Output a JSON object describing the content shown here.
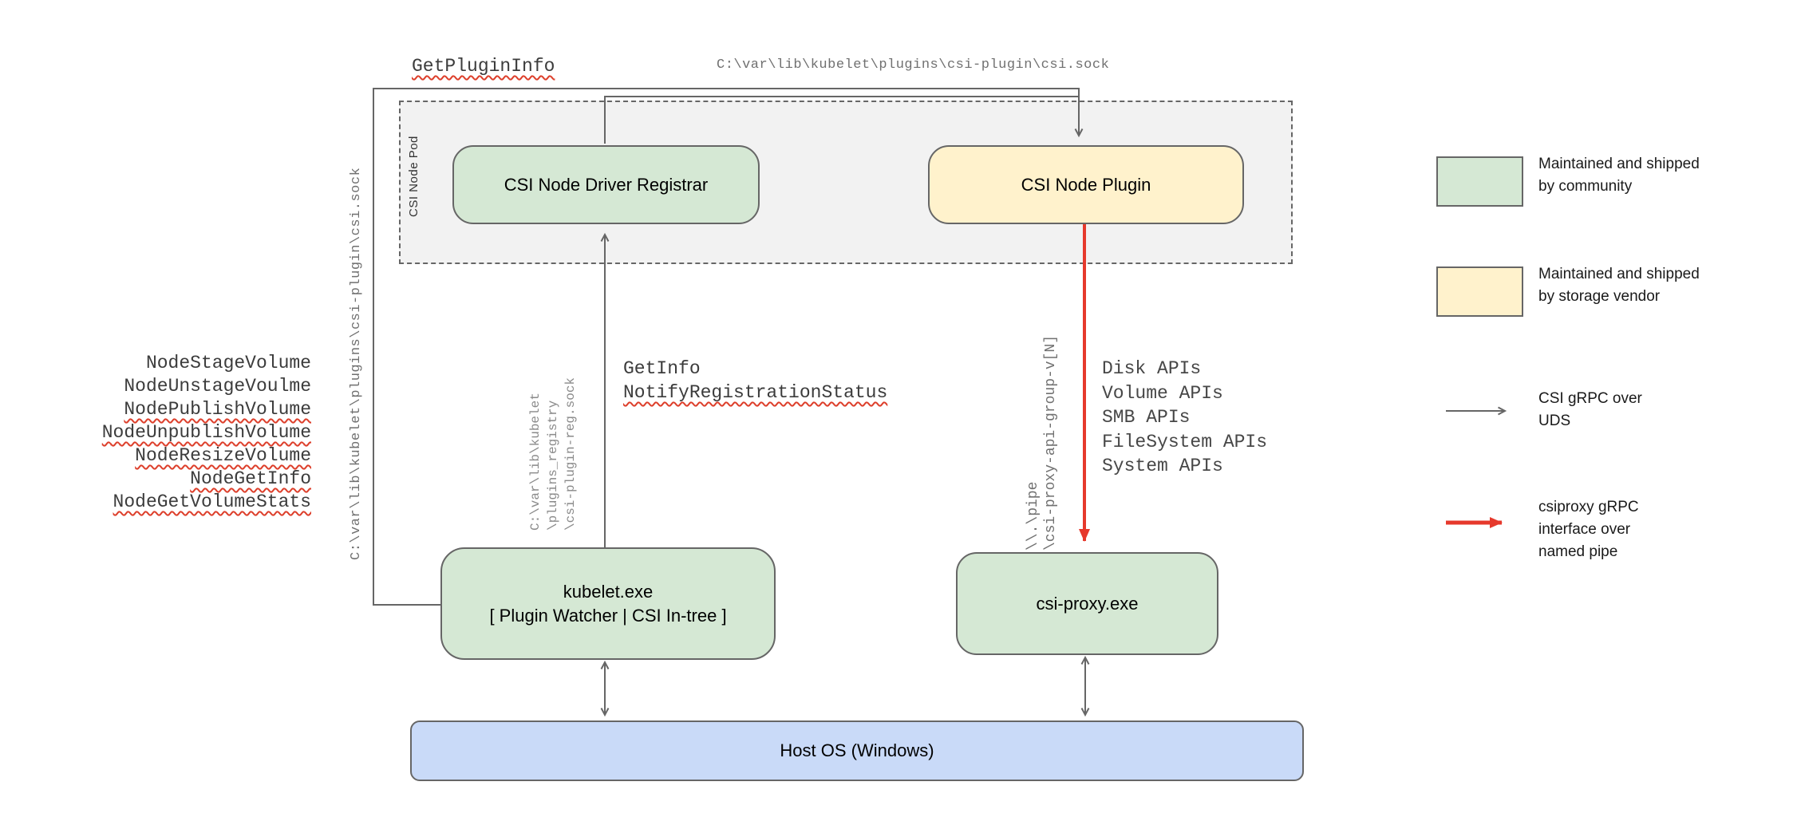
{
  "title": "CSI on Windows architecture diagram",
  "pod": {
    "label": "CSI Node Pod"
  },
  "boxes": {
    "registrar": "CSI Node Driver Registrar",
    "plugin": "CSI Node Plugin",
    "kubelet_line1": "kubelet.exe",
    "kubelet_line2": "[ Plugin Watcher | CSI In-tree ]",
    "csi_proxy": "csi-proxy.exe",
    "host_os": "Host OS (Windows)"
  },
  "edge_labels": {
    "get_plugin_info": "GetPluginInfo",
    "csi_sock_path": "C:\\var\\lib\\kubelet\\plugins\\csi-plugin\\csi.sock",
    "registration_sock_path": [
      "C:\\var\\lib\\kubelet",
      "\\plugins_registry",
      "\\csi-plugin-reg.sock"
    ],
    "get_info": "GetInfo",
    "notify_registration_status": "NotifyRegistrationStatus",
    "named_pipe": [
      "\\\\.\\pipe",
      "\\csi-proxy-api-group-v[N]"
    ],
    "proxy_apis": [
      "Disk APIs",
      "Volume APIs",
      "SMB APIs",
      "FileSystem APIs",
      "System APIs"
    ]
  },
  "node_calls": [
    "NodeStageVolume",
    "NodeUnstageVoulme",
    "NodePublishVolume",
    "NodeUnpublishVolume",
    "NodeResizeVolume",
    "NodeGetInfo",
    "NodeGetVolumeStats"
  ],
  "legend": [
    {
      "swatch": "green-box",
      "line1": "Maintained and shipped",
      "line2": "by community"
    },
    {
      "swatch": "yellow-box",
      "line1": "Maintained and shipped",
      "line2": "by storage vendor"
    },
    {
      "swatch": "gray-arrow",
      "line1": "CSI gRPC over",
      "line2": "UDS"
    },
    {
      "swatch": "red-arrow",
      "line1": "csiproxy gRPC",
      "line2": "interface over",
      "line3": "named pipe"
    }
  ],
  "colors": {
    "green": "#d5e8d4",
    "yellow": "#fff2cc",
    "blue": "#c9daf8",
    "podfill": "#f2f2f2",
    "stroke": "#666666",
    "red": "#e6392c",
    "squiggle": "#dd3f2b"
  }
}
